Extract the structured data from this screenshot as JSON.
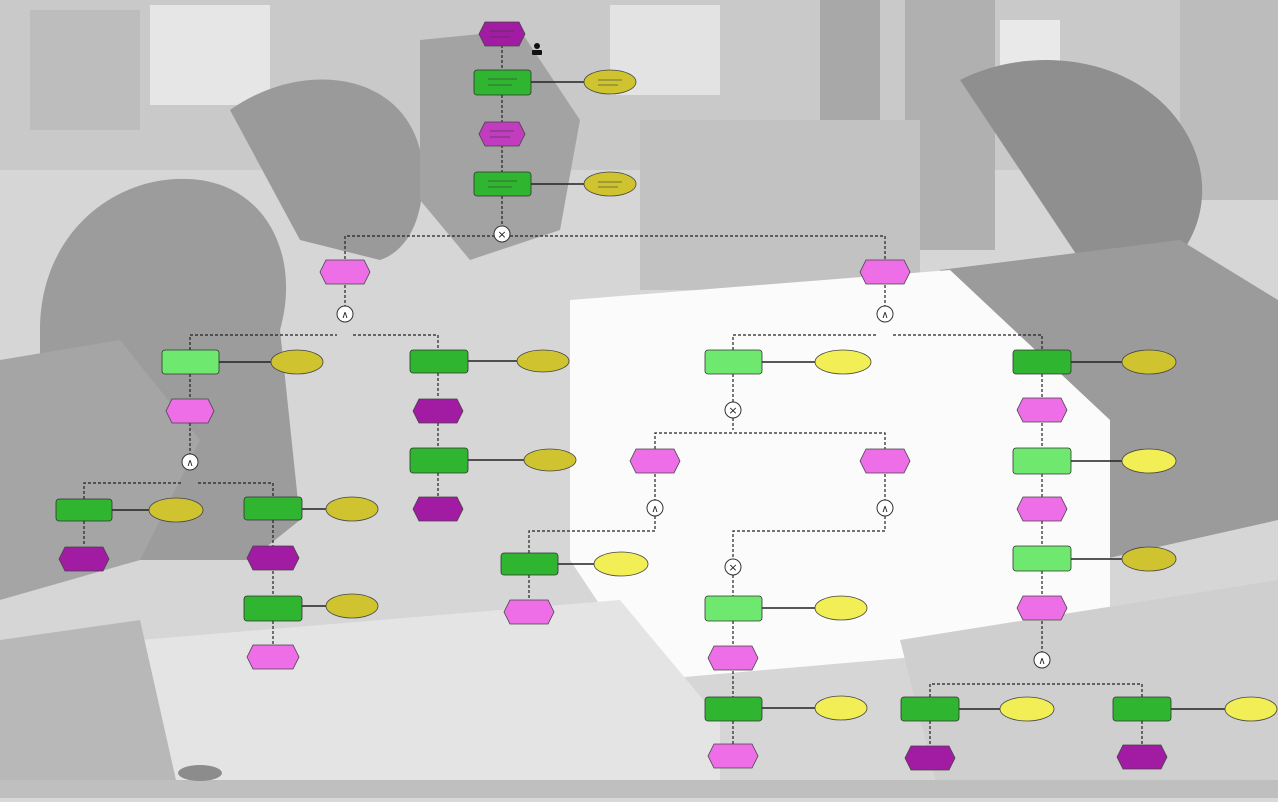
{
  "diagram": {
    "colors": {
      "event": "#c23cc0",
      "event_dark": "#a21ca3",
      "event_light": "#ee6ee8",
      "function": "#2fb52f",
      "function_light": "#6ee86e",
      "org_unit": "#cfc430",
      "org_unit_light": "#f2ee55",
      "connector_stroke": "#333333",
      "connector_fill": "#ffffff",
      "line": "#222222"
    },
    "connectors": [
      {
        "id": "xor-1",
        "symbol": "×"
      },
      {
        "id": "and-1",
        "symbol": "∧"
      },
      {
        "id": "and-2",
        "symbol": "∧"
      },
      {
        "id": "and-3",
        "symbol": "∧"
      },
      {
        "id": "xor-2",
        "symbol": "×"
      },
      {
        "id": "and-4",
        "symbol": "∧"
      },
      {
        "id": "and-5",
        "symbol": "∧"
      },
      {
        "id": "xor-3",
        "symbol": "×"
      },
      {
        "id": "and-6",
        "symbol": "∧"
      }
    ]
  }
}
